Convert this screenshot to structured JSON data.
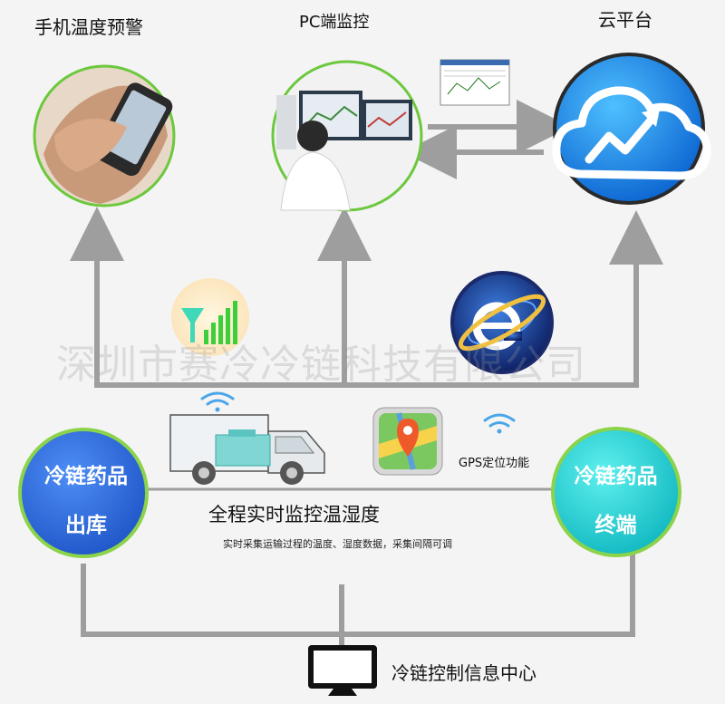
{
  "targets": {
    "phone_label": "手机温度预警",
    "pc_label": "PC端监控",
    "cloud_label": "云平台"
  },
  "watermark": "深圳市赛冷冷链科技有限公司",
  "nodes": {
    "outbound_line1": "冷链药品",
    "outbound_line2": "出库",
    "terminal_line1": "冷链药品",
    "terminal_line2": "终端"
  },
  "gps_label": "GPS定位功能",
  "main_caption": "全程实时监控温湿度",
  "sub_caption": "实时采集运输过程的温度、湿度数据，采集间隔可调",
  "control_center": "冷链控制信息中心",
  "colors": {
    "line": "#9e9e9e",
    "phone_ring": "#6cc83c",
    "cloud_blue": "#1682e6",
    "outbound_blue": "#2f6fe0",
    "terminal_cyan": "#22d0d0",
    "node_ring": "#8bd34a"
  }
}
